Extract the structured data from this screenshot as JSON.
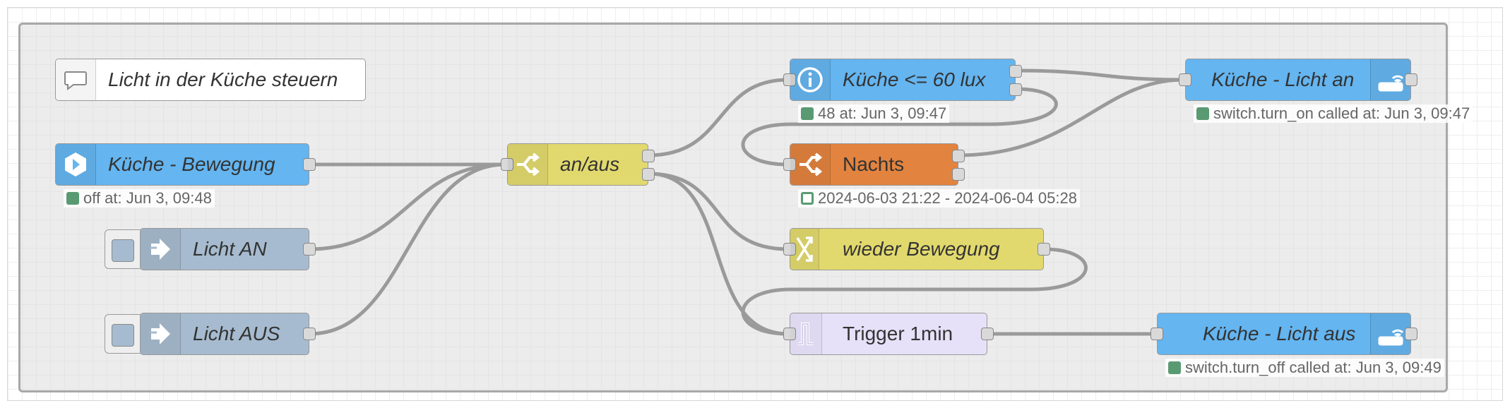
{
  "flow": {
    "comment": "Licht in der Küche steuern",
    "nodes": [
      {
        "id": "motion",
        "label": "Küche - Bewegung",
        "type": "ha-state-trigger",
        "icon": "home-assistant-icon",
        "color": "#64b5f0",
        "status": "off at: Jun 3, 09:48"
      },
      {
        "id": "licht-an",
        "label": "Licht AN",
        "type": "inject",
        "icon": "arrow-right-icon",
        "color": "#a6bbcf"
      },
      {
        "id": "licht-aus",
        "label": "Licht AUS",
        "type": "inject",
        "icon": "arrow-right-icon",
        "color": "#a6bbcf"
      },
      {
        "id": "anaus",
        "label": "an/aus",
        "type": "switch",
        "icon": "switch-icon",
        "color": "#e2d96e"
      },
      {
        "id": "lux",
        "label": "Küche <= 60 lux",
        "type": "ha-current-state",
        "icon": "info-icon",
        "color": "#64b5f0",
        "status": "48 at: Jun 3, 09:47"
      },
      {
        "id": "nachts",
        "label": "Nachts",
        "type": "time-range-switch",
        "icon": "switch-icon",
        "color": "#e2833f",
        "status": "2024-06-03 21:22 - 2024-06-04 05:28"
      },
      {
        "id": "wieder",
        "label": "wieder Bewegung",
        "type": "change",
        "icon": "shuffle-icon",
        "color": "#e2d96e"
      },
      {
        "id": "trigger",
        "label": "Trigger 1min",
        "type": "trigger",
        "icon": "trigger-pulse-icon",
        "color": "#e6e0f8"
      },
      {
        "id": "licht-an-action",
        "label": "Küche - Licht an",
        "type": "ha-call-service",
        "icon": "router-icon",
        "color": "#64b5f0",
        "status": "switch.turn_on called at: Jun 3, 09:47"
      },
      {
        "id": "licht-aus-action",
        "label": "Küche - Licht aus",
        "type": "ha-call-service",
        "icon": "router-icon",
        "color": "#64b5f0",
        "status": "switch.turn_off called at: Jun 3, 09:49"
      }
    ]
  },
  "colors": {
    "canvas_grid": "#eeeeee",
    "group_border": "#a8a8a8",
    "wire": "#999999",
    "status_green": "#5a9a72"
  }
}
